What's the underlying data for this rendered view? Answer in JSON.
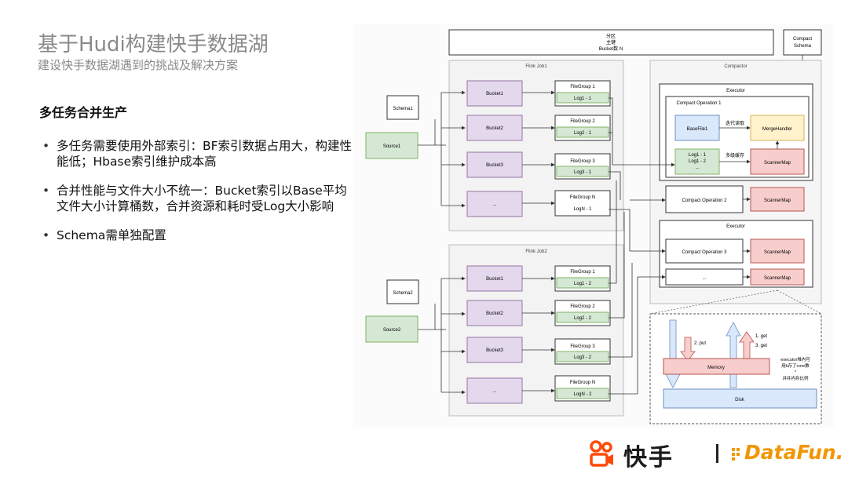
{
  "header": {
    "title": "基于Hudi构建快手数据湖",
    "subtitle": "建设快手数据湖遇到的挑战及解决方案"
  },
  "section": {
    "heading": "多任务合并生产"
  },
  "bullets": [
    "多任务需要使用外部索引：BF索引数据占用大，构建性能低；Hbase索引维护成本高",
    "合并性能与文件大小不统一：Bucket索引以Base平均文件大小计算桶数，合并资源和耗时受Log大小影响",
    "Schema需单独配置"
  ],
  "diagram": {
    "top_box": [
      "分区",
      "主键",
      "Bucket数 N"
    ],
    "compact_schema": [
      "Compact",
      "Schema"
    ],
    "flink_job1": "Flink Job1",
    "flink_job2": "Flink Job2",
    "compactor": "Compactor",
    "executor": "Executor",
    "schema1": "Schema1",
    "schema2": "Schema2",
    "source1": "Source1",
    "source2": "Source2",
    "job1_buckets": [
      "Bucket1",
      "Bucket2",
      "Bucket3",
      "..."
    ],
    "job2_buckets": [
      "Bucket1",
      "Bucket2",
      "Bucket3",
      "..."
    ],
    "job1_filegroups": [
      {
        "name": "FileGroup 1",
        "log": "Log1 - 1"
      },
      {
        "name": "FileGroup 2",
        "log": "Log2 - 1"
      },
      {
        "name": "FileGroup 3",
        "log": "Log3 - 1"
      },
      {
        "name": "FileGroup N",
        "log": "LogN - 1"
      }
    ],
    "job2_filegroups": [
      {
        "name": "FileGroup 1",
        "log": "Log1 - 2"
      },
      {
        "name": "FileGroup 2",
        "log": "Log2 - 2"
      },
      {
        "name": "FileGroup 3",
        "log": "Log3 - 2"
      },
      {
        "name": "FileGroup N",
        "log": "LogN - 2"
      }
    ],
    "compact_op1": "Compact Operation 1",
    "compact_op2": "Compact Operation 2",
    "compact_op3": "Compact Operation 3",
    "ellipsis": "...",
    "basefile": "BaseFile1",
    "logs": [
      "Log1 - 1",
      "Log1 - 2",
      "..."
    ],
    "iter_read": "迭代读取",
    "spill_cache": "多级缓存",
    "merge_handler": "MergeHandler",
    "scanner_map": "ScannerMap",
    "memory": "Memory",
    "disk": "Disk",
    "put": "2. put",
    "get1": "1. get",
    "get3": "3. get",
    "exec_note": [
      "executor堆内可",
      "用k存了core数",
      "*",
      "并并内存比例"
    ]
  },
  "footer": {
    "kuaishou": "快手",
    "datafun": "DataFun."
  },
  "colors": {
    "bucket": "#e4d9ec",
    "filegroup_log": "#d5e8d4",
    "source": "#d5e8d4",
    "basefile": "#dae8fc",
    "merge_handler": "#fff2cc",
    "scanner_map": "#f8cecc",
    "memory": "#f8cecc",
    "disk": "#dae8fc",
    "datafun": "#f29600",
    "kuaishou_logo": "#ff4906"
  }
}
